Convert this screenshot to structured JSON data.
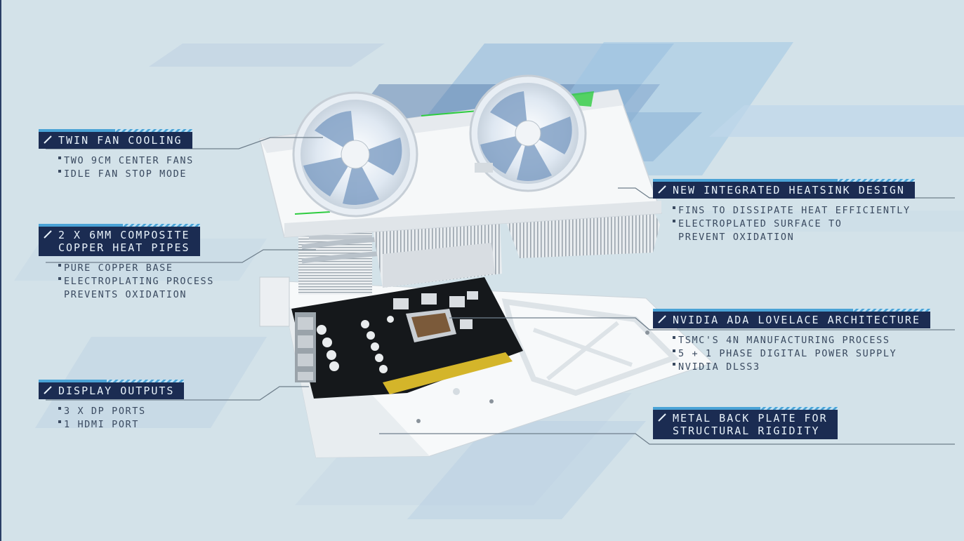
{
  "callouts": {
    "twin_fan": {
      "title": [
        "TWIN FAN COOLING"
      ],
      "bullets": [
        {
          "text": "TWO 9CM CENTER FANS",
          "dot": true
        },
        {
          "text": "IDLE FAN STOP MODE",
          "dot": true
        }
      ]
    },
    "heat_pipes": {
      "title": [
        "2 x 6MM COMPOSITE",
        "COPPER HEAT PIPES"
      ],
      "bullets": [
        {
          "text": "PURE COPPER BASE",
          "dot": true
        },
        {
          "text": "ELECTROPLATING PROCESS",
          "dot": true
        },
        {
          "text": "PREVENTS OXIDATION",
          "dot": false
        }
      ]
    },
    "display_outputs": {
      "title": [
        "DISPLAY OUTPUTS"
      ],
      "bullets": [
        {
          "text": "3 x DP PORTS",
          "dot": true
        },
        {
          "text": "1 HDMI PORT",
          "dot": true
        }
      ]
    },
    "heatsink": {
      "title": [
        "NEW INTEGRATED HEATSINK DESIGN"
      ],
      "bullets": [
        {
          "text": "FINS TO DISSIPATE HEAT EFFICIENTLY",
          "dot": true
        },
        {
          "text": "ELECTROPLATED SURFACE TO",
          "dot": true
        },
        {
          "text": "PREVENT OXIDATION",
          "dot": false
        }
      ]
    },
    "architecture": {
      "title": [
        "NVIDIA ADA LOVELACE ARCHITECTURE"
      ],
      "bullets": [
        {
          "text": "TSMC'S 4N MANUFACTURING PROCESS",
          "dot": true
        },
        {
          "text": "5 + 1 PHASE DIGITAL POWER SUPPLY",
          "dot": true
        },
        {
          "text": "NVIDIA DLSS3",
          "dot": true
        }
      ]
    },
    "back_plate": {
      "title": [
        "METAL BACK PLATE FOR",
        "STRUCTURAL RIGIDITY"
      ],
      "bullets": []
    }
  },
  "colors": {
    "background": "#d3e2e9",
    "label_bg": "#1b2c52",
    "label_accent": "#4aa3d6",
    "bullet_text": "#3a4a60",
    "leader_line": "#6f7f8c"
  }
}
